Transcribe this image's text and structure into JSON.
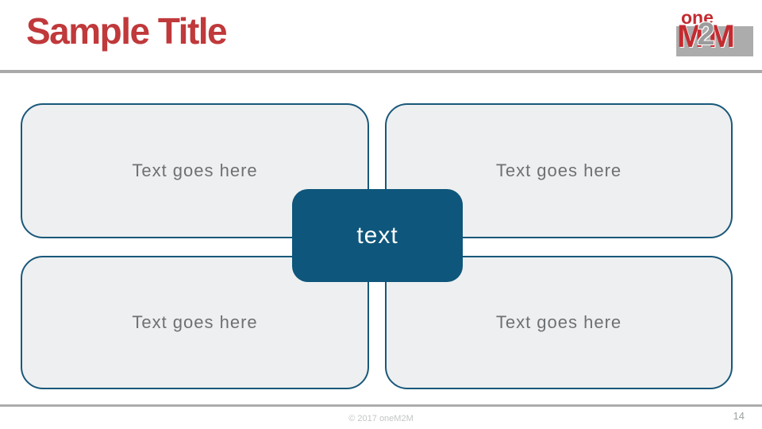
{
  "slide": {
    "title": "Sample Title",
    "footer_copyright": "© 2017 oneM2M",
    "page_number": "14"
  },
  "logo": {
    "name": "oneM2M",
    "word_one": "one",
    "m_left": "M",
    "digit_two": "2",
    "m_right": "M"
  },
  "diagram": {
    "boxes": [
      {
        "position": "top-left",
        "label": "Text goes here"
      },
      {
        "position": "top-right",
        "label": "Text goes here"
      },
      {
        "position": "bottom-left",
        "label": "Text goes here"
      },
      {
        "position": "bottom-right",
        "label": "Text goes here"
      }
    ],
    "center": {
      "label": "text"
    }
  },
  "colors": {
    "title_red": "#C0393B",
    "logo_red": "#C32B30",
    "logo_bar_gray": "#ACACAC",
    "rule_gray": "#A9A9A9",
    "box_fill": "#EEEFF0",
    "box_border": "#19587A",
    "center_fill": "#0E567B",
    "body_text": "#6E7173",
    "footer_text": "#C3C5C6",
    "page_number_text": "#9EA2A4"
  }
}
